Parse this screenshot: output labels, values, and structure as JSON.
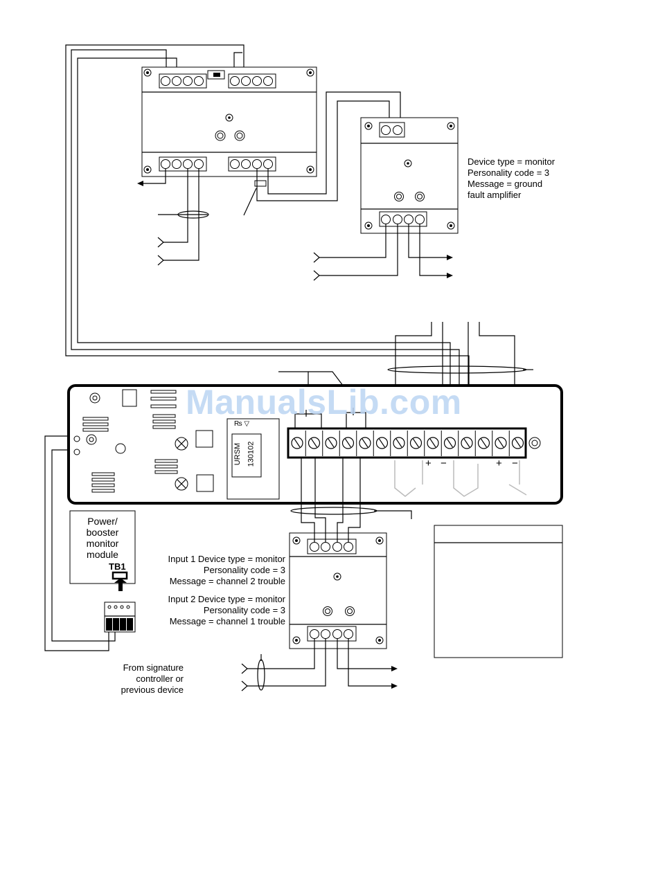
{
  "labels": {
    "ground_fault_device_type": "Device type = monitor",
    "ground_fault_personality": "Personality code = 3",
    "ground_fault_message_1": "Message = ground",
    "ground_fault_message_2": "fault amplifier",
    "input1_device_type": "Input 1 Device type = monitor",
    "input1_personality": "Personality code = 3",
    "input1_message": "Message = channel 2 trouble",
    "input2_device_type": "Input 2 Device type = monitor",
    "input2_personality": "Personality code = 3",
    "input2_message": "Message = channel 1 trouble",
    "from_signature_1": "From signature",
    "from_signature_2": "controller or",
    "from_signature_3": "previous device",
    "power_module_1": "Power/",
    "power_module_2": "booster",
    "power_module_3": "monitor",
    "power_module_4": "module",
    "tb1": "TB1",
    "relay_text_1": "URSM",
    "relay_text_2": "130102",
    "plus": "+",
    "minus": "−"
  },
  "watermark": "ManualsLib.com"
}
